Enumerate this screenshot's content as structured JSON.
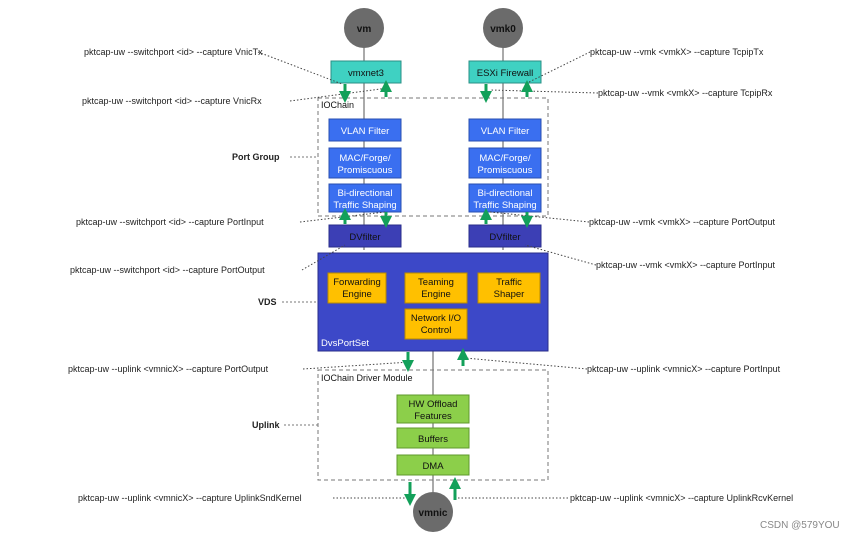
{
  "nodes": {
    "vm": "vm",
    "vmk0": "vmk0",
    "vmnic": "vmnic"
  },
  "left_column": {
    "vnic": "vmxnet3",
    "vlan": "VLAN Filter",
    "mac1": "MAC/Forge/",
    "mac2": "Promiscuous",
    "shaping1": "Bi-directional",
    "shaping2": "Traffic Shaping",
    "dvfilter": "DVfilter"
  },
  "right_column": {
    "firewall": "ESXi Firewall",
    "vlan": "VLAN Filter",
    "mac1": "MAC/Forge/",
    "mac2": "Promiscuous",
    "shaping1": "Bi-directional",
    "shaping2": "Traffic Shaping",
    "dvfilter": "DVfilter"
  },
  "dvs": {
    "forwarding1": "Forwarding",
    "forwarding2": "Engine",
    "teaming1": "Teaming",
    "teaming2": "Engine",
    "shaper1": "Traffic",
    "shaper2": "Shaper",
    "nioc1": "Network I/O",
    "nioc2": "Control",
    "label": "DvsPortSet"
  },
  "uplink": {
    "hw1": "HW Offload",
    "hw2": "Features",
    "buffers": "Buffers",
    "dma": "DMA"
  },
  "regions": {
    "iochain": "IOChain",
    "iochain_driver": "IOChain Driver Module"
  },
  "groups": {
    "port_group": "Port Group",
    "vds": "VDS",
    "uplink": "Uplink"
  },
  "captures": {
    "vnic_tx": "pktcap-uw --switchport <id> --capture VnicTx",
    "vnic_rx": "pktcap-uw --switchport <id> --capture VnicRx",
    "tcpip_tx": "pktcap-uw --vmk <vmkX> --capture TcpipTx",
    "tcpip_rx": "pktcap-uw --vmk <vmkX> --capture TcpipRx",
    "left_port_input": "pktcap-uw --switchport <id> --capture PortInput",
    "left_port_output": "pktcap-uw --switchport <id> --capture PortOutput",
    "right_port_output": "pktcap-uw --vmk <vmkX> --capture PortOutput",
    "right_port_input": "pktcap-uw --vmk <vmkX> --capture PortInput",
    "uplink_port_output": "pktcap-uw --uplink <vmnicX> --capture PortOutput",
    "uplink_port_input": "pktcap-uw --uplink <vmnicX> --capture PortInput",
    "uplink_snd_kernel": "pktcap-uw --uplink <vmnicX> --capture UplinkSndKernel",
    "uplink_rcv_kernel": "pktcap-uw --uplink <vmnicX> --capture UplinkRcvKernel"
  },
  "watermark": "CSDN @579YOU",
  "colors": {
    "teal": "#3fd1c2",
    "blue_box": "#3a6ff0",
    "dv_blue": "#3c3fb5",
    "dvs_bg": "#3c48c8",
    "orange": "#ffc000",
    "green_box": "#8ccf4a",
    "arrow_green": "#13a05a",
    "node_gray": "#6b6b6b"
  }
}
